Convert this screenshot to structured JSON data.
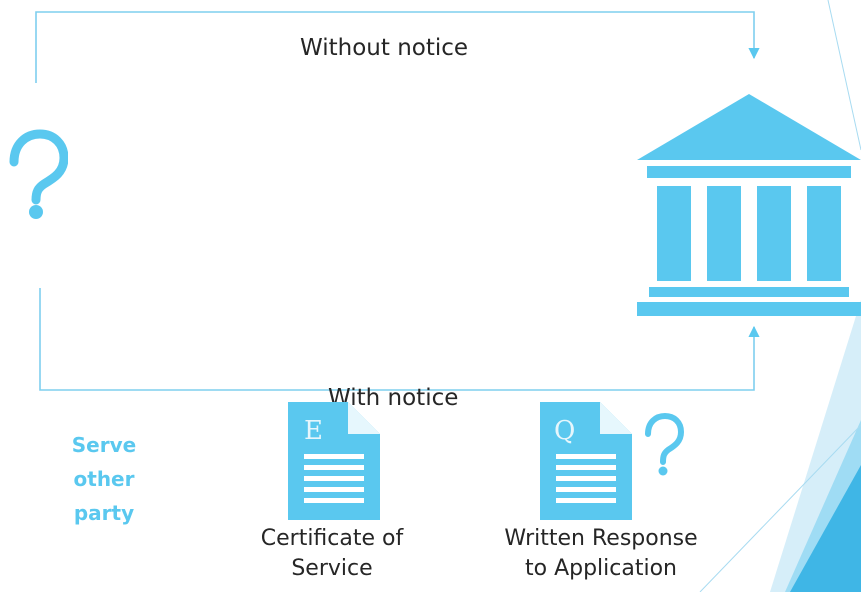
{
  "colors": {
    "accent": "#5ac8ef",
    "line": "#7fcfee",
    "text": "#262626",
    "decor_light": "#d6eef9",
    "decor_mid": "#9fdcf4",
    "decor_dark": "#3fb6e6"
  },
  "icons": {
    "origin": "question-mark-icon",
    "destination": "courthouse-icon",
    "doc1": "document-icon",
    "doc2": "document-icon",
    "doc2_extra": "question-mark-icon"
  },
  "paths": {
    "top_label": "Without notice",
    "bottom_label": "With notice"
  },
  "serve": {
    "line1": "Serve",
    "line2": "other",
    "line3": "party"
  },
  "documents": [
    {
      "letter": "E",
      "caption_line1": "Certificate of",
      "caption_line2": "Service"
    },
    {
      "letter": "Q",
      "caption_line1": "Written Response",
      "caption_line2": "to Application"
    }
  ]
}
